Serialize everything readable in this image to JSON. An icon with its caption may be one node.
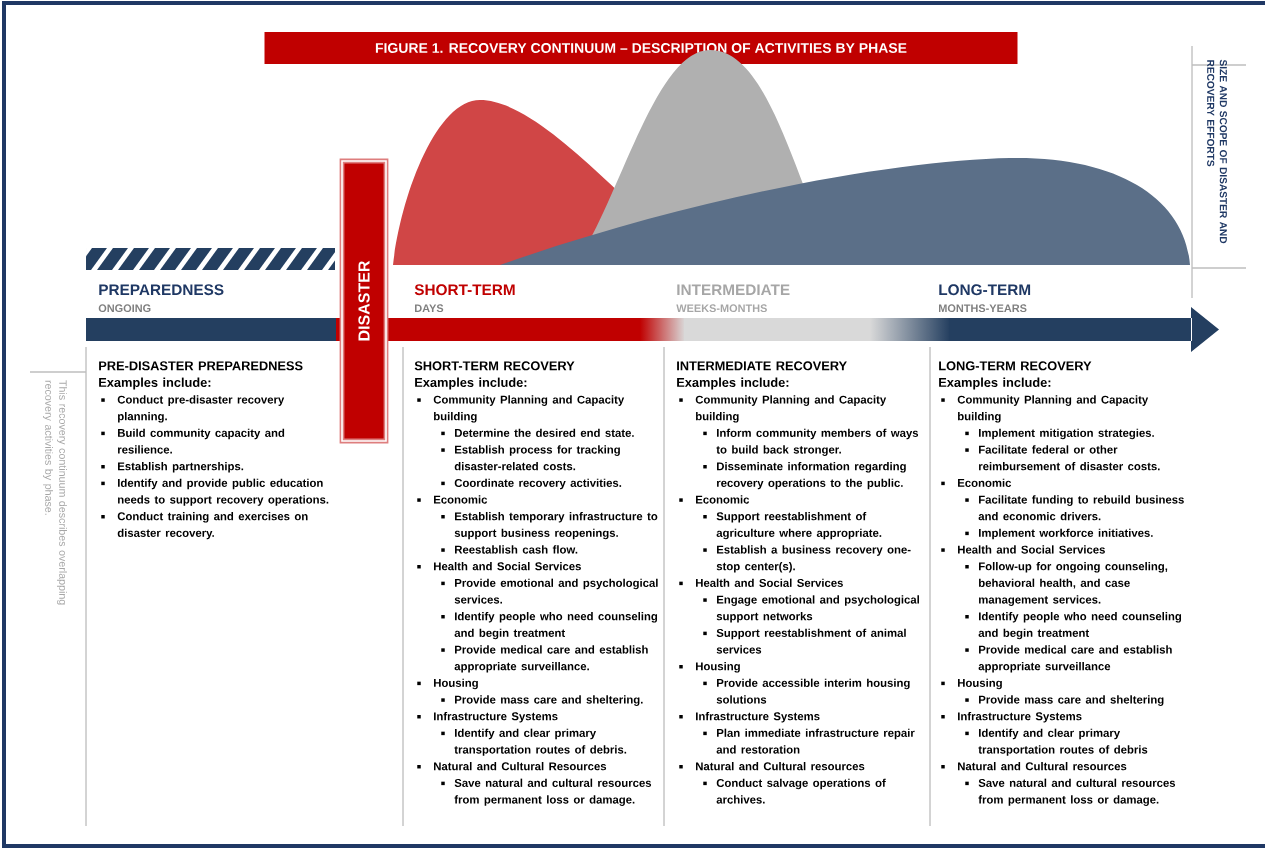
{
  "diagram": {
    "title": "FIGURE 1. RECOVERY CONTINUUM – DESCRIPTION OF ACTIVITIES BY PHASE",
    "nodes": [
      {
        "text": [
          "DISASTER"
        ]
      },
      {
        "text": [
          "PRE-DISASTER PREPAREDNESS",
          "Examples include:",
          "Conduct pre-disaster recovery planning.",
          "Build community capacity and resilience.",
          "Establish partnerships.",
          "Identify and provide public education needs to support recovery operations.",
          "Conduct training and exercises on disaster recovery."
        ]
      },
      {
        "text": [
          "SHORT-TERM RECOVERY",
          "Examples include:",
          "Community Planning and Capacity building",
          "Determine the desired end state.",
          "Establish process for tracking disaster-related costs.",
          "Coordinate recovery activities.",
          "Economic",
          "Establish temporary infrastructure to support business reopenings.",
          "Reestablish cash flow.",
          "Health and Social Services",
          "Provide emotional and psychological services.",
          "Identify people who need counseling and begin treatment",
          "Provide medical care and establish appropriate surveillance.",
          "Housing",
          "Provide mass care and sheltering.",
          "Infrastructure Systems",
          "Identify and clear primary transportation routes of debris.",
          "Natural and Cultural Resources",
          "Save natural and cultural resources from permanent loss or damage."
        ]
      },
      {
        "text": [
          "INTERMEDIATE RECOVERY",
          "Examples include:",
          "Community Planning and Capacity building",
          "Inform community members of ways to build back stronger.",
          "Disseminate information regarding recovery operations to the public.",
          "Economic",
          "Support reestablishment of agriculture where appropriate.",
          "Establish a business recovery one-stop center(s).",
          "Health and Social Services",
          "Engage emotional and psychological support networks",
          "Support reestablishment of animal services",
          "Housing",
          "Provide accessible interim housing solutions",
          "Infrastructure Systems",
          "Plan immediate infrastructure repair and restoration",
          "Natural and Cultural resources",
          "Conduct salvage operations of archives."
        ]
      },
      {
        "text": [
          "LONG-TERM RECOVERY",
          "Examples include:",
          "Community Planning and Capacity building",
          "Implement mitigation strategies.",
          "Facilitate federal or other reimbursement of disaster costs.",
          "Economic",
          "Facilitate funding to rebuild business and economic drivers.",
          "Implement workforce initiatives.",
          "Health and Social Services",
          "Follow-up for ongoing counseling, behavioral health, and case management services.",
          "Identify people who need counseling and begin treatment",
          "Provide medical care and establish appropriate surveillance",
          "Housing",
          "Provide mass care and sheltering",
          "Infrastructure Systems",
          "Identify and clear primary transportation routes of debris",
          "Natural and Cultural resources",
          "Save natural and cultural resources from permanent loss or damage."
        ]
      }
    ],
    "labels": [
      "SIZE AND SCOPE OF DISASTER AND RECOVERY EFFORTS",
      "PREPAREDNESS",
      "ONGOING",
      "SHORT-TERM",
      "DAYS",
      "INTERMEDIATE",
      "WEEKS-MONTHS",
      "LONG-TERM",
      "MONTHS-YEARS",
      "This recovery continuum describes overlapping recovery activities by phase."
    ]
  }
}
